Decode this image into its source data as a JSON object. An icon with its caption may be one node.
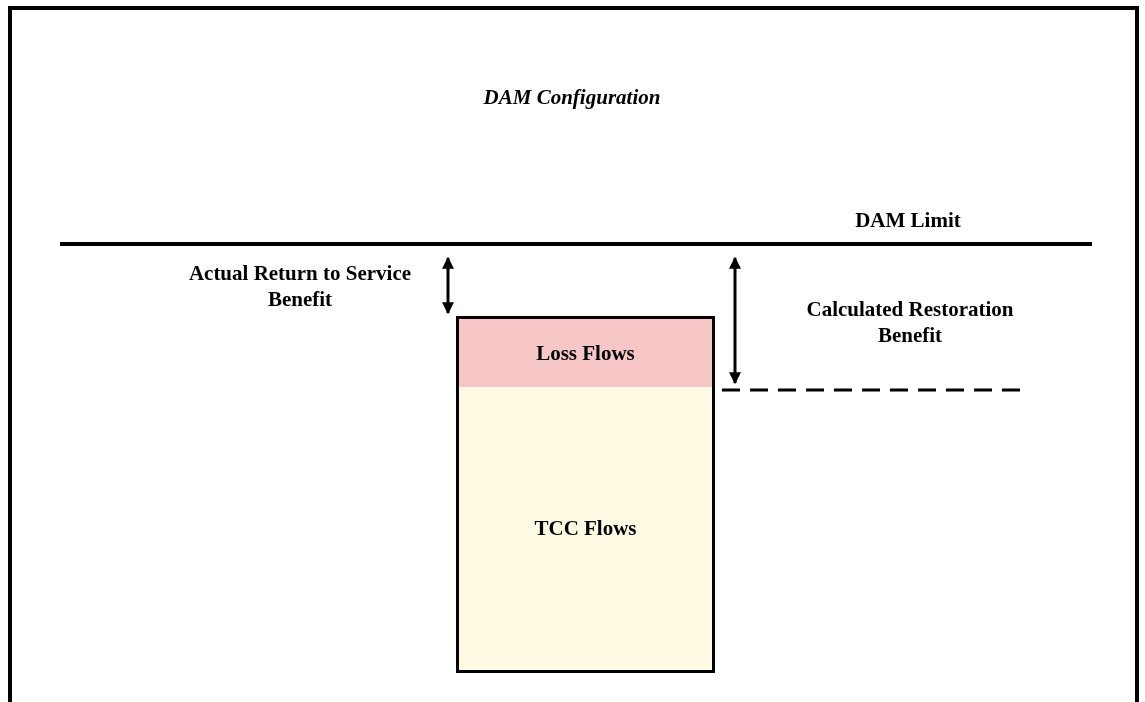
{
  "diagram": {
    "title": "DAM Configuration",
    "nodes": [
      {
        "text": [
          "Loss Flows"
        ]
      },
      {
        "text": [
          "TCC Flows"
        ]
      }
    ],
    "labels": [
      "DAM Limit",
      "Actual Return to Service Benefit",
      "Calculated Restoration Benefit"
    ]
  }
}
